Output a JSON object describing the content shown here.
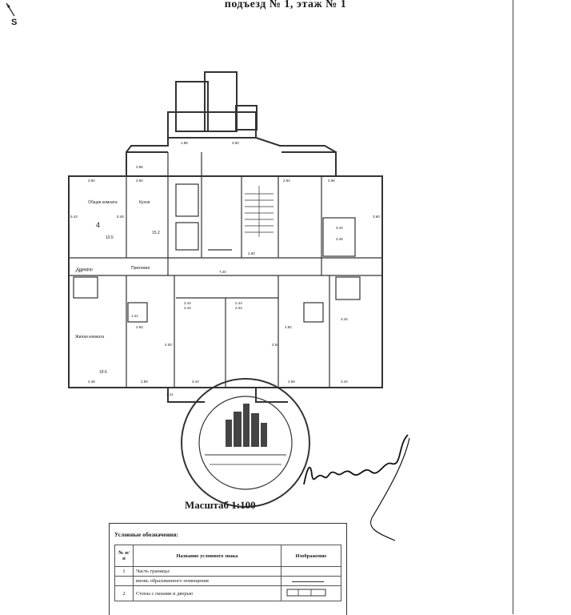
{
  "header": {
    "title": "подъезд № 1, этаж № 1"
  },
  "compass": {
    "letter": "S"
  },
  "plan": {
    "room_names": [
      "Общая комната",
      "Кухня",
      "Коридор",
      "Прихожая",
      "Жилая комната"
    ],
    "room_numbers": [
      "4"
    ],
    "dims": [
      "1.88",
      "4.50",
      "2.86",
      "2.84",
      "2.84",
      "2.84",
      "5.43",
      "5.45",
      "2.96",
      "3.44",
      "3.60",
      "2.25",
      "7.20",
      "2.69",
      "2.50",
      "2.44",
      "2.44",
      "2.44",
      "2.44",
      "1.21",
      "2.82",
      "2.82",
      "2.59",
      "3.44",
      "2.48",
      "2.89",
      "3.44",
      "3.44",
      "1.11",
      "4.00",
      "2.94",
      "15.2",
      "10.5",
      "18.6"
    ]
  },
  "scale": {
    "label": "Масштаб 1:100"
  },
  "legend": {
    "title": "Условные обозначения:",
    "headers": [
      "№ п/п",
      "Название условного знака",
      "Изображение"
    ],
    "rows": [
      {
        "num": "1",
        "name": "Часть границы:"
      },
      {
        "num": "",
        "name": "вновь образованного помещения"
      },
      {
        "num": "2",
        "name": "Стены с окнами и дверью"
      }
    ]
  }
}
